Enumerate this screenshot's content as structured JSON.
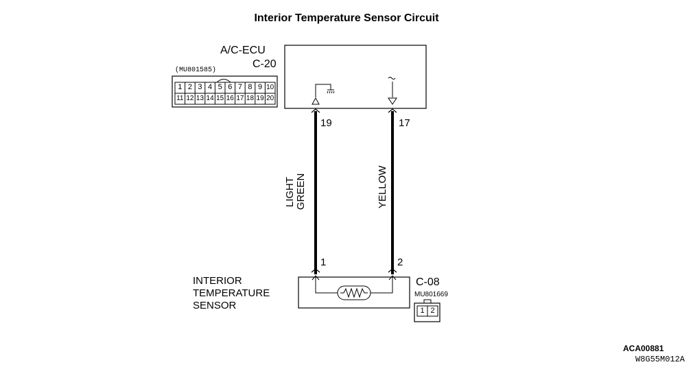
{
  "title": "Interior Temperature Sensor Circuit",
  "ecu": {
    "name": "A/C-ECU",
    "connector": "C-20",
    "part_number": "(MU801585)",
    "connector_pins_row1": [
      "1",
      "2",
      "3",
      "4",
      "5",
      "6",
      "7",
      "8",
      "9",
      "10"
    ],
    "connector_pins_row2": [
      "11",
      "12",
      "13",
      "14",
      "15",
      "16",
      "17",
      "18",
      "19",
      "20"
    ]
  },
  "wires": [
    {
      "ecu_pin": "19",
      "sensor_pin": "1",
      "color_line1": "LIGHT",
      "color_line2": "GREEN"
    },
    {
      "ecu_pin": "17",
      "sensor_pin": "2",
      "color": "YELLOW"
    }
  ],
  "sensor": {
    "label_line1": "INTERIOR",
    "label_line2": "TEMPERATURE",
    "label_line3": "SENSOR",
    "connector": "C-08",
    "part_number": "MU801669",
    "connector_pins": [
      "1",
      "2"
    ]
  },
  "reference": {
    "code": "ACA00881",
    "figure_id": "W8G55M012A"
  }
}
